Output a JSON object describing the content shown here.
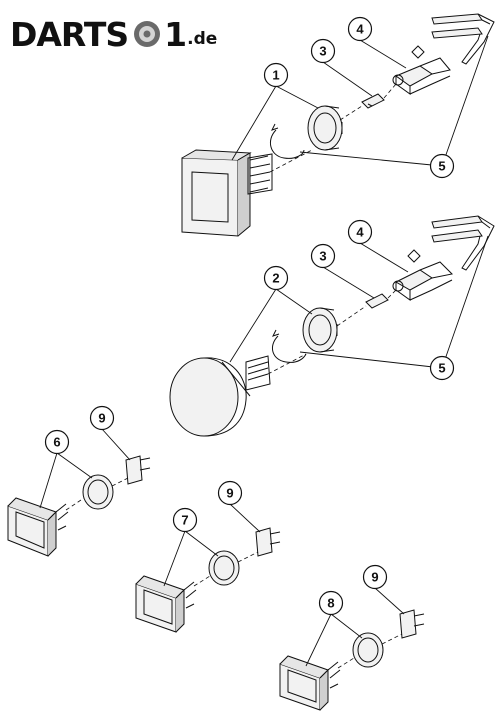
{
  "logo": {
    "prefix": "DARTS",
    "middle": "1",
    "suffix": ".de",
    "colors": {
      "ink": "#111111",
      "disc_outer": "#6a6a6a",
      "disc_inner": "#d4d4d4"
    }
  },
  "callouts": {
    "c1a": "1",
    "c2": "2",
    "c3a": "3",
    "c3b": "3",
    "c4a": "4",
    "c4b": "4",
    "c5a": "5",
    "c5b": "5",
    "c6": "6",
    "c7": "7",
    "c8": "8",
    "c9a": "9",
    "c9b": "9",
    "c9c": "9"
  },
  "colors": {
    "line": "#111111",
    "part_fill": "#f2f2f2",
    "shade": "#cfcfcf"
  }
}
